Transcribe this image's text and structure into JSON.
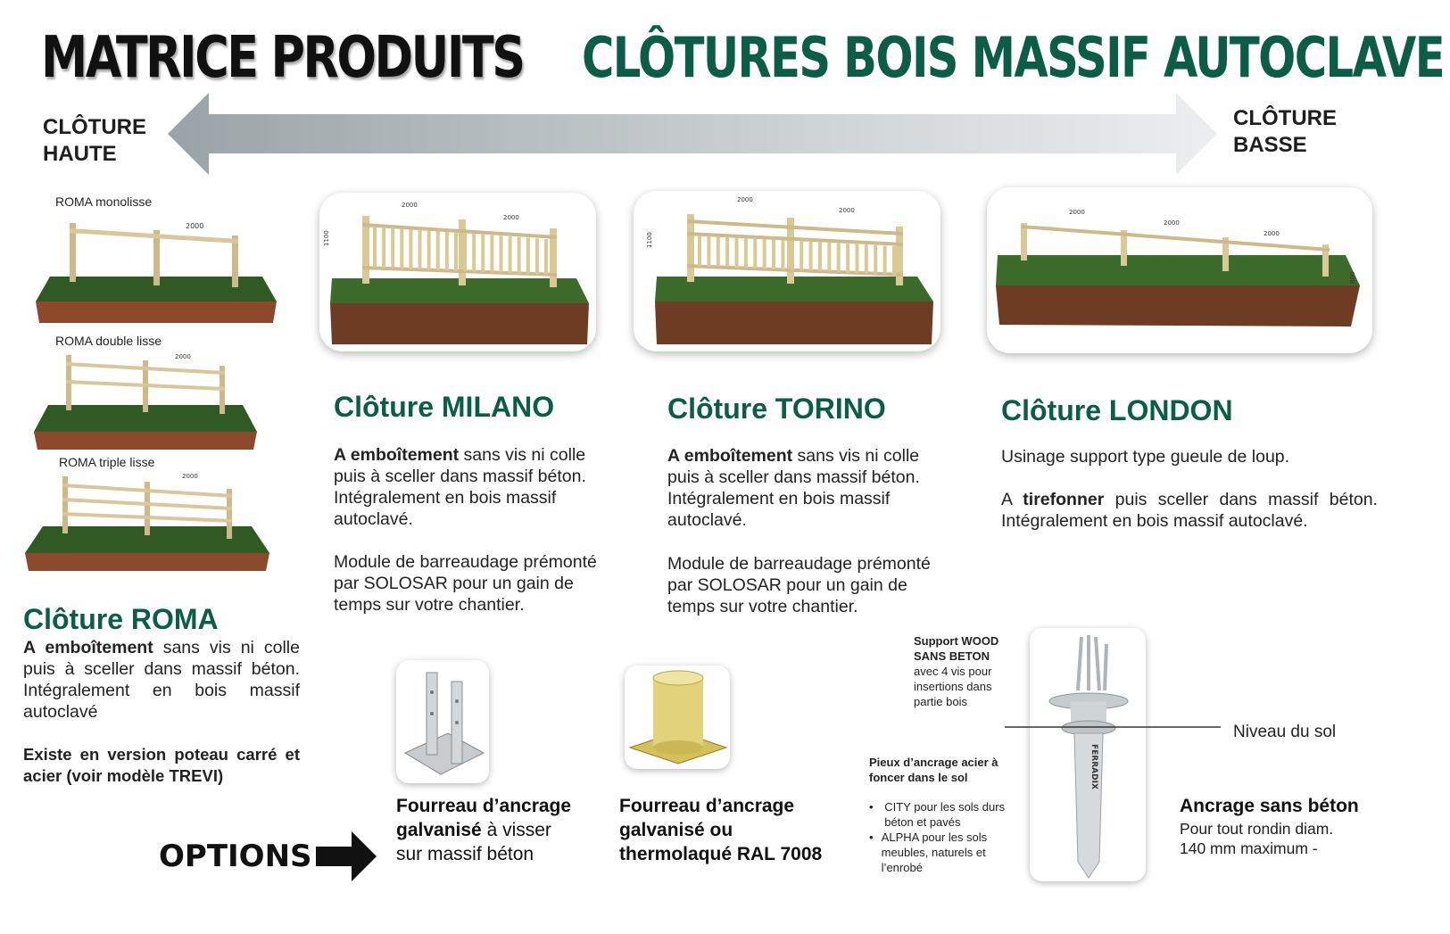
{
  "header": {
    "title_left": "MATRICE PRODUITS",
    "title_right": "CLÔTURES BOIS MASSIF AUTOCLAVE"
  },
  "scale": {
    "left_label_1": "CLÔTURE",
    "left_label_2": "HAUTE",
    "right_label_1": "CLÔTURE",
    "right_label_2": "BASSE"
  },
  "roma": {
    "variants": [
      "ROMA monolisse",
      "ROMA double lisse",
      "ROMA triple lisse"
    ],
    "title": "Clôture ROMA",
    "desc_bold": "A emboîtement",
    "desc_rest": " sans vis ni colle puis à sceller dans massif béton. Intégralement en bois massif autoclavé",
    "note": "Existe en version poteau carré et acier (voir modèle TREVI)"
  },
  "milano": {
    "title": "Clôture MILANO",
    "desc_bold": "A emboîtement",
    "desc_rest": " sans vis ni colle puis à sceller dans massif béton. Intégralement en bois massif autoclavé.",
    "module": "Module de barreaudage prémonté par SOLOSAR pour un gain de temps sur votre chantier.",
    "dims": [
      "2000",
      "2000",
      "1100"
    ]
  },
  "torino": {
    "title": "Clôture TORINO",
    "desc_bold": "A emboîtement",
    "desc_rest": " sans vis ni colle puis à sceller dans massif béton. Intégralement en bois massif autoclavé.",
    "module": "Module de barreaudage prémonté par SOLOSAR pour un gain de temps sur votre chantier.",
    "dims": [
      "2000",
      "2000",
      "1100"
    ]
  },
  "london": {
    "title": "Clôture LONDON",
    "line1": "Usinage support type gueule de loup.",
    "line2_pre": "A ",
    "line2_bold": "tirefonner",
    "line2_rest": " puis sceller dans massif béton. Intégralement en bois massif autoclavé.",
    "dims": [
      "2000",
      "2000",
      "2000",
      "800"
    ]
  },
  "options": {
    "label": "OPTIONS",
    "fourreau_visser_bold": "Fourreau d’ancrage galvanisé",
    "fourreau_visser_rest": " à visser sur massif béton",
    "fourreau_ral": "Fourreau d’ancrage galvanisé ou thermolaqué RAL 7008",
    "support_wood_title_1": "Support WOOD",
    "support_wood_title_2": "SANS BETON",
    "support_wood_desc": "avec 4 vis pour insertions dans partie bois",
    "pieux_title": "Pieux d’ancrage acier à foncer dans le sol",
    "pieux_items": [
      "CITY pour les sols durs béton et pavés",
      "ALPHA pour les sols meubles, naturels et l’enrobé"
    ],
    "niveau_sol": "Niveau du sol",
    "ferradix": "FERRADIX",
    "ancrage_title": "Ancrage sans béton",
    "ancrage_desc": "Pour tout rondin diam. 140 mm maximum -"
  },
  "colors": {
    "green": "#0b5e45",
    "grass": "#2f5a23",
    "soil": "#8a4a2b",
    "wood": "#d8c79a"
  }
}
